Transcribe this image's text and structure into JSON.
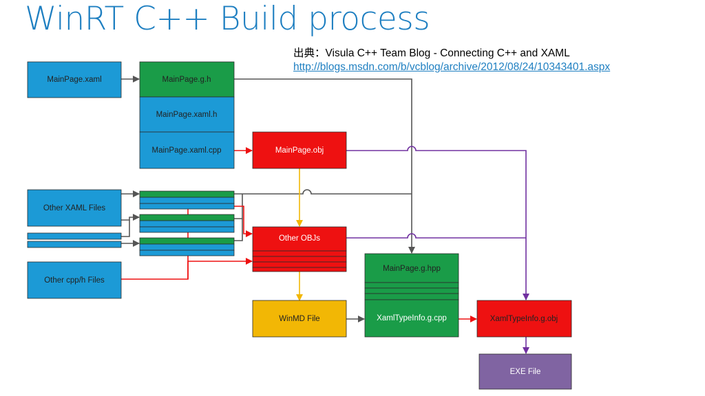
{
  "title": "WinRT C++ Build process",
  "source": {
    "label": "出典：Visula C++ Team Blog - Connecting C++ and XAML",
    "url": "http://blogs.msdn.com/b/vcblog/archive/2012/08/24/10343401.aspx"
  },
  "colors": {
    "blue": "#1c9ad6",
    "green": "#1a9c48",
    "red": "#ee1111",
    "yellow": "#f2b705",
    "purple": "#8064a2",
    "gray": "#555555",
    "arrow_red": "#ee1111",
    "arrow_purple": "#7030a0",
    "arrow_yellow": "#f2b705"
  },
  "boxes": {
    "mainpage_xaml": "MainPage.xaml",
    "mainpage_g_h": "MainPage.g.h",
    "mainpage_xaml_h": "MainPage.xaml.h",
    "mainpage_xaml_cpp": "MainPage.xaml.cpp",
    "mainpage_obj": "MainPage.obj",
    "other_xaml_files": "Other XAML Files",
    "other_cpp_h_files": "Other cpp/h Files",
    "other_objs": "Other OBJs",
    "mainpage_g_hpp": "MainPage.g.hpp",
    "winmd_file": "WinMD File",
    "xamltypeinfo_g_cpp": "XamlTypeInfo.g.cpp",
    "xamltypeinfo_g_obj": "XamlTypeInfo.g.obj",
    "exe_file": "EXE File"
  }
}
